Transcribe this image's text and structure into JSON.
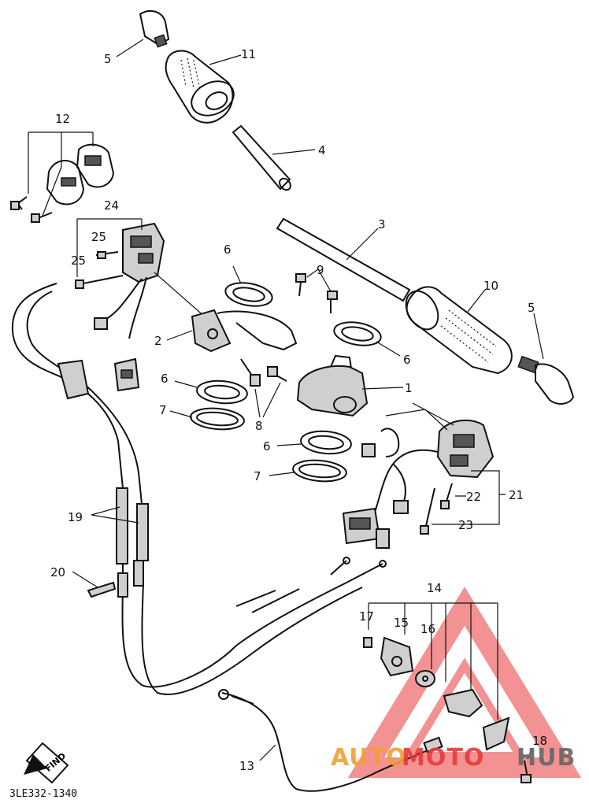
{
  "diagram": {
    "reference_code": "3LE332-1340",
    "find_arrow_label": "FIND",
    "callouts": {
      "c1": "1",
      "c2": "2",
      "c3": "3",
      "c4": "4",
      "c5a": "5",
      "c5b": "5",
      "c6a": "6",
      "c6b": "6",
      "c6c": "6",
      "c6d": "6",
      "c7a": "7",
      "c7b": "7",
      "c8": "8",
      "c9": "9",
      "c10": "10",
      "c11": "11",
      "c12": "12",
      "c13": "13",
      "c14": "14",
      "c15": "15",
      "c16": "16",
      "c17": "17",
      "c18": "18",
      "c19": "19",
      "c20": "20",
      "c21": "21",
      "c22": "22",
      "c23": "23",
      "c24": "24",
      "c25a": "25",
      "c25b": "25"
    }
  },
  "watermark": {
    "text_part1": "AUTO",
    "text_part2": "MOTO",
    "text_part3": "HUB",
    "color_orange": "#f0a030",
    "color_red": "#e83a3a",
    "color_gray": "#666666"
  }
}
